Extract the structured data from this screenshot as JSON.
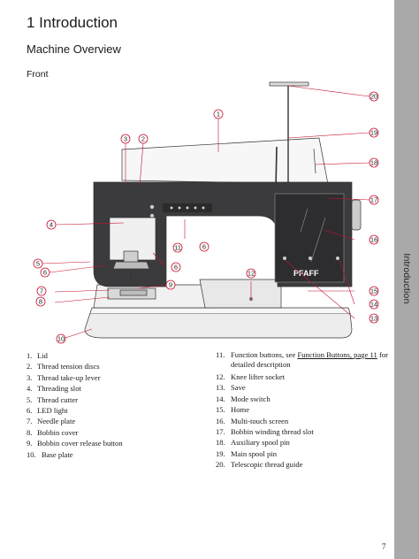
{
  "header": {
    "chapter_title": "1  Introduction",
    "section_title": "Machine Overview",
    "subsection_title": "Front"
  },
  "sidebar": {
    "tab_label": "Introduction"
  },
  "figure": {
    "brand_logo_text": "PFAFF",
    "callouts": [
      "1",
      "2",
      "3",
      "4",
      "5",
      "6",
      "7",
      "8",
      "9",
      "10",
      "11",
      "12",
      "13",
      "14",
      "15",
      "16",
      "17",
      "18",
      "19",
      "20"
    ],
    "accent_color": "#c8102e"
  },
  "parts_list": {
    "left": [
      {
        "num": "1.",
        "label": "Lid"
      },
      {
        "num": "2.",
        "label": "Thread tension discs"
      },
      {
        "num": "3.",
        "label": "Thread take-up lever"
      },
      {
        "num": "4.",
        "label": "Threading slot"
      },
      {
        "num": "5.",
        "label": "Thread cutter"
      },
      {
        "num": "6.",
        "label": "LED light"
      },
      {
        "num": "7.",
        "label": "Needle plate"
      },
      {
        "num": "8.",
        "label": "Bobbin cover"
      },
      {
        "num": "9.",
        "label": "Bobbin cover release button"
      },
      {
        "num": "10.",
        "label": "Base plate"
      }
    ],
    "right": [
      {
        "num": "11.",
        "label_before": "Function buttons, see ",
        "link_text": "Function Buttons, page 11",
        "label_after": " for detailed description"
      },
      {
        "num": "12.",
        "label": "Knee lifter socket"
      },
      {
        "num": "13.",
        "label": "Save"
      },
      {
        "num": "14.",
        "label": "Mode switch"
      },
      {
        "num": "15.",
        "label": "Home"
      },
      {
        "num": "16.",
        "label": "Multi-touch screen"
      },
      {
        "num": "17.",
        "label": "Bobbin winding thread slot"
      },
      {
        "num": "18.",
        "label": "Auxiliary spool pin"
      },
      {
        "num": "19.",
        "label": "Main spool pin"
      },
      {
        "num": "20.",
        "label": "Telescopic thread guide"
      }
    ]
  },
  "footer": {
    "page_number": "7"
  }
}
